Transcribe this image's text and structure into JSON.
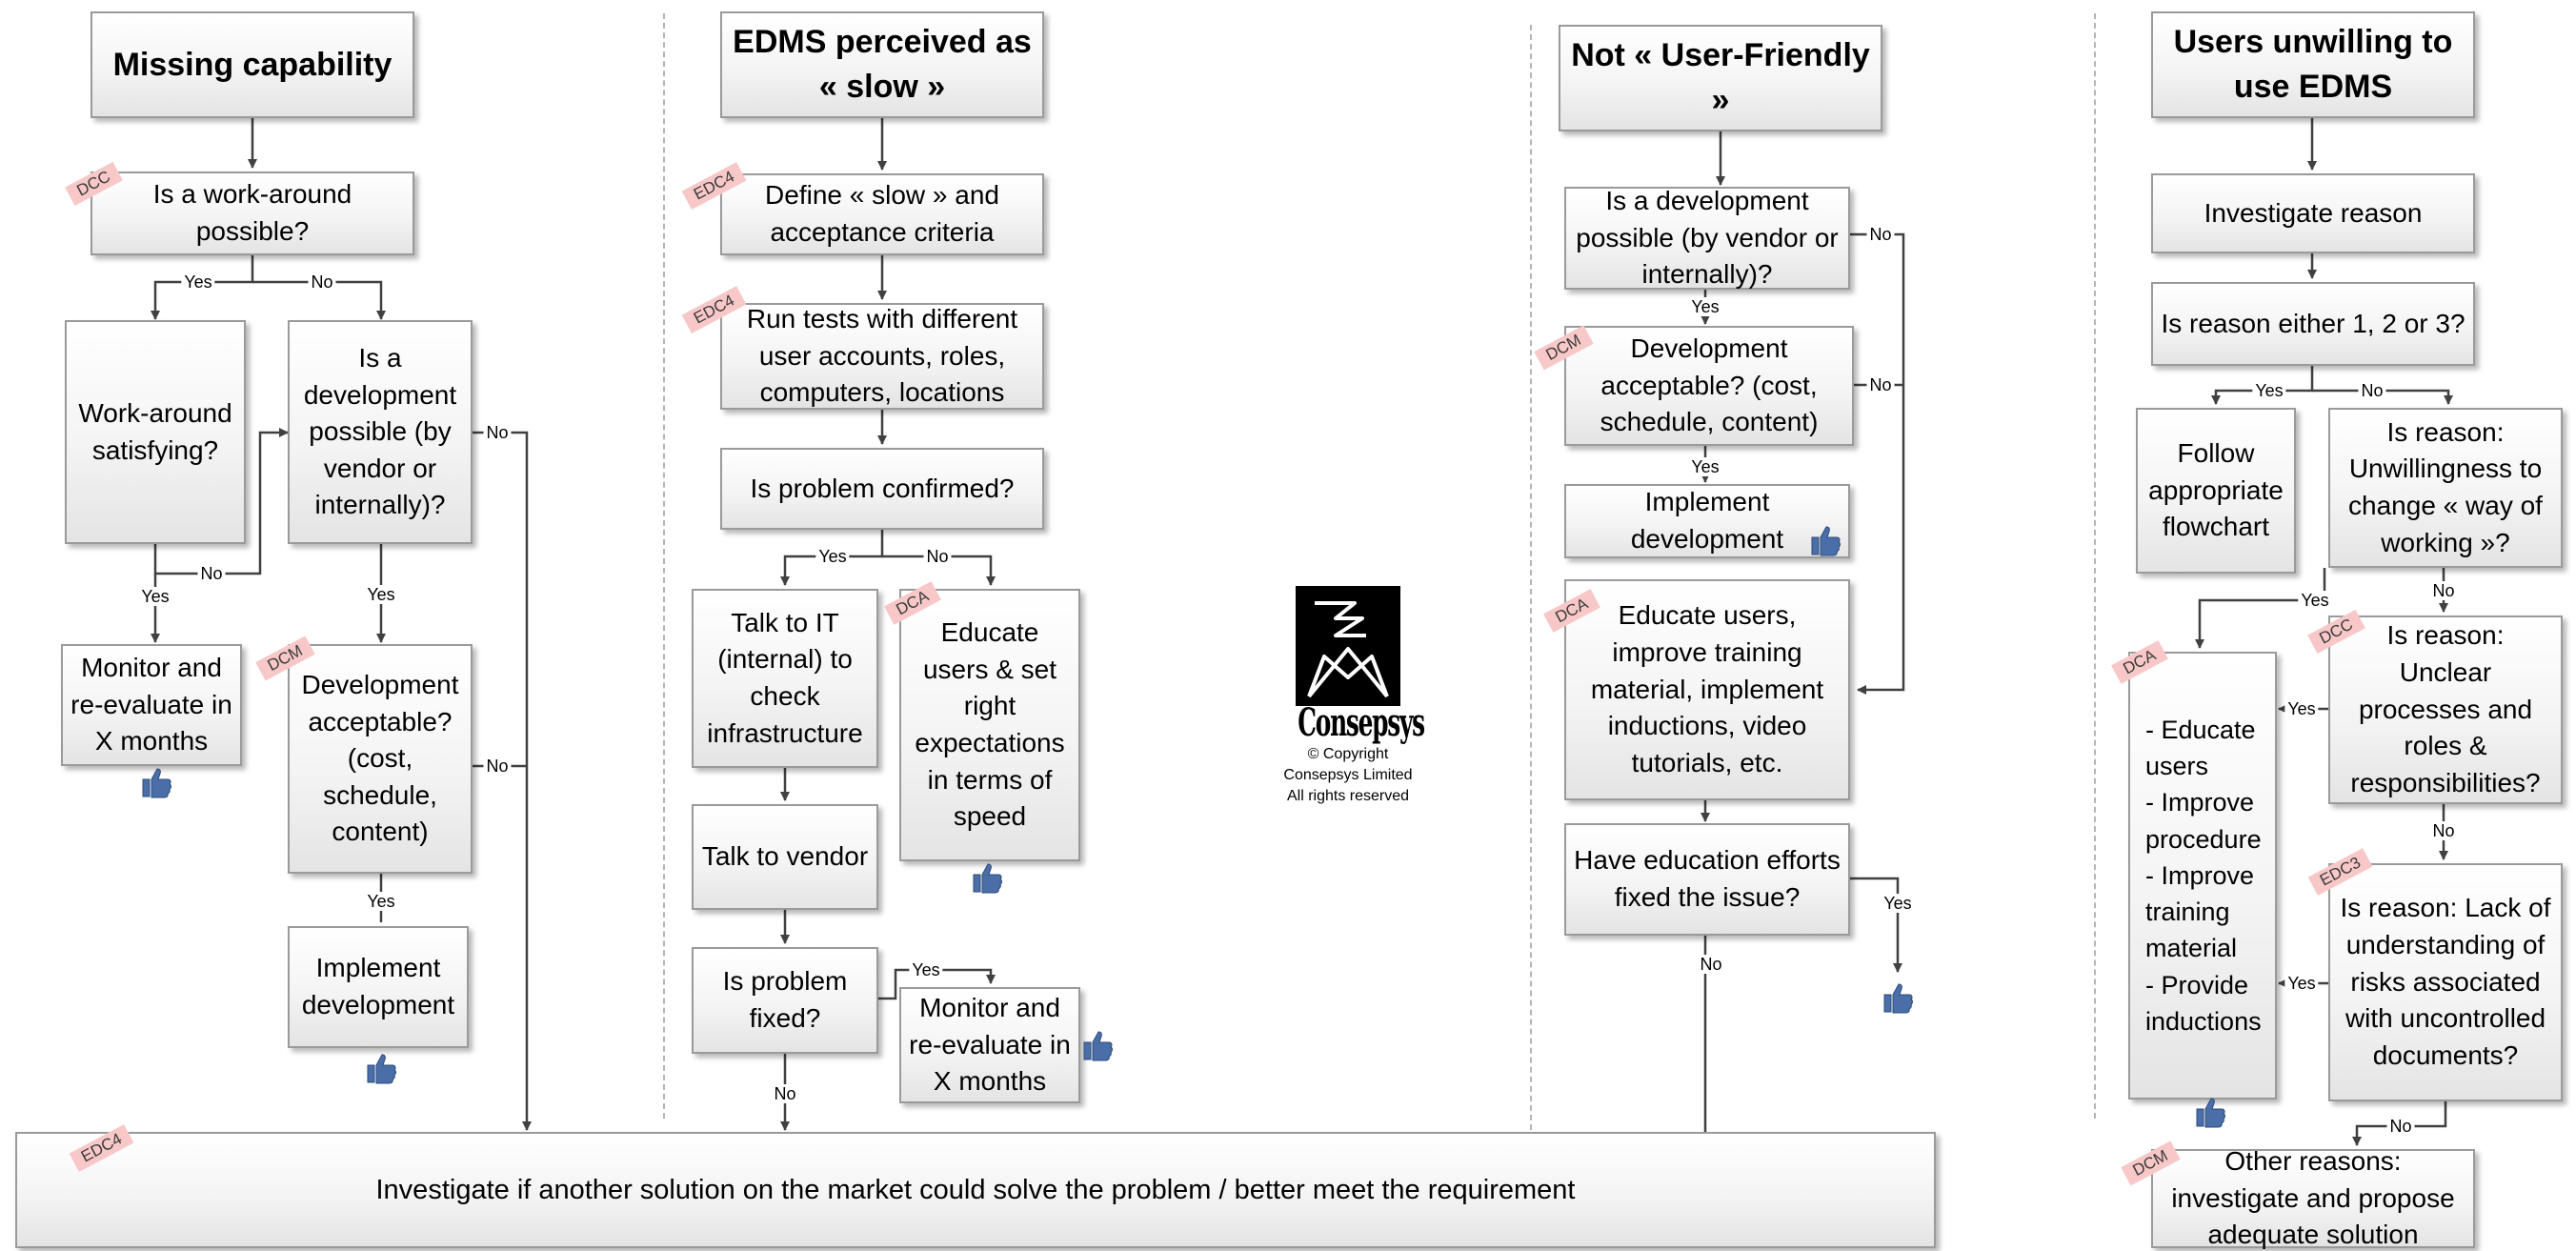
{
  "col1": {
    "title": "Missing capability",
    "q_workaround": "Is a work-around possible?",
    "workaround_ok": "Work-around satisfying?",
    "q_development": "Is a development possible (by vendor or internally)?",
    "monitor": "Monitor and re-evaluate in X months",
    "dev_acceptable": "Development acceptable? (cost, schedule, content)",
    "implement": "Implement development",
    "tag_dcc": "DCC",
    "tag_dcm": "DCM"
  },
  "col2": {
    "title": "EDMS perceived as « slow »",
    "define": "Define « slow » and acceptance criteria",
    "run_tests": "Run tests with different user accounts, roles, computers, locations",
    "confirmed": "Is problem confirmed?",
    "talk_it": "Talk to IT (internal) to check infrastructure",
    "educate": "Educate users & set right expectations in terms of speed",
    "talk_vendor": "Talk to vendor",
    "fixed": "Is problem fixed?",
    "monitor": "Monitor and re-evaluate in X months",
    "tag_edc4_a": "EDC4",
    "tag_edc4_b": "EDC4",
    "tag_dca": "DCA"
  },
  "col3": {
    "title": "Not « User-Friendly »",
    "q_development": "Is a development possible (by vendor or internally)?",
    "dev_acceptable": "Development acceptable? (cost, schedule, content)",
    "implement": "Implement development",
    "educate": "Educate users, improve training material, implement inductions, video tutorials, etc.",
    "fixed": "Have education efforts fixed the issue?",
    "tag_dcm": "DCM",
    "tag_dca": "DCA"
  },
  "col4": {
    "title": "Users unwilling to use EDMS",
    "investigate": "Investigate reason",
    "reason_123": "Is reason either 1, 2 or 3?",
    "follow": "Follow appropriate flowchart",
    "unwilling": "Is reason: Unwillingness to change « way of working »?",
    "actions": [
      "- Educate users",
      "- Improve procedure",
      "- Improve training material",
      "- Provide inductions"
    ],
    "unclear": "Is reason: Unclear processes and roles & responsibilities?",
    "risks": "Is reason: Lack of understanding of risks associated with uncontrolled documents?",
    "other": "Other reasons: investigate and propose adequate solution",
    "tag_dca": "DCA",
    "tag_dcc": "DCC",
    "tag_edc3": "EDC3",
    "tag_dcm": "DCM"
  },
  "bottom": {
    "text": "Investigate if another solution on the market could solve the problem / better meet the requirement",
    "tag_edc4": "EDC4"
  },
  "labels": {
    "yes": "Yes",
    "no": "No"
  },
  "logo": {
    "name": "Consepsys",
    "copyright": "© Copyright",
    "company": "Consepsys Limited",
    "rights": "All rights reserved"
  },
  "colors": {
    "box_border": "#9a9a9a",
    "tag_fill": "#f8c8c8",
    "line": "#404040",
    "thumb": "#4a6fa8"
  },
  "icons": [
    "thumbs-up-icon",
    "consepsys-logo-icon"
  ]
}
